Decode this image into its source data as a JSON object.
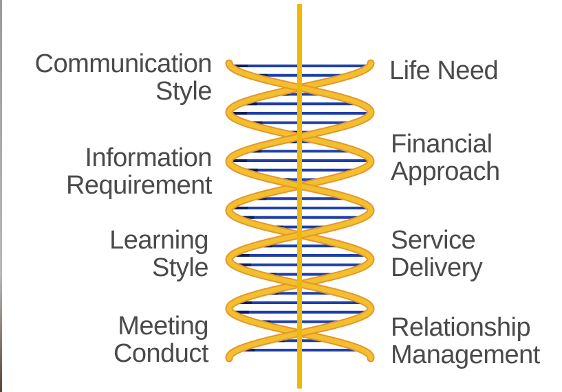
{
  "labels_left": [
    {
      "line1": "Communication",
      "line2": "Style"
    },
    {
      "line1": "Information",
      "line2": "Requirement"
    },
    {
      "line1": "Learning",
      "line2": "Style"
    },
    {
      "line1": "Meeting",
      "line2": "Conduct"
    }
  ],
  "labels_right": [
    {
      "line1": "Life Need",
      "line2": ""
    },
    {
      "line1": "Financial",
      "line2": "Approach"
    },
    {
      "line1": "Service",
      "line2": "Delivery"
    },
    {
      "line1": "Relationship",
      "line2": "Management"
    }
  ],
  "colors": {
    "text": "#4a4a4a",
    "strand": "#f2c02e",
    "strand_shade": "#e8952a",
    "rung": "#1f3fa8",
    "rung_dark": "#0c1e5e",
    "axis": "#f0b800"
  }
}
